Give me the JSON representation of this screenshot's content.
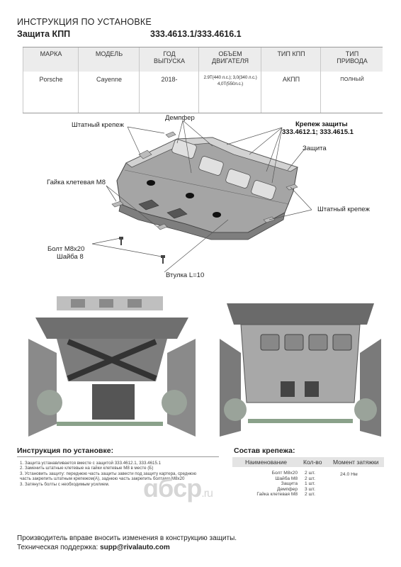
{
  "header": {
    "title": "ИНСТРУКЦИЯ ПО УСТАНОВКЕ",
    "subtitle": "Защита КПП",
    "part_codes": "333.4613.1/333.4616.1"
  },
  "spec_table": {
    "headers": [
      "МАРКА",
      "МОДЕЛЬ",
      "ГОД\nВЫПУСКА",
      "ОБЪЕМ\nДВИГАТЕЛЯ",
      "ТИП КПП",
      "ТИП\nПРИВОДА"
    ],
    "values": [
      "Porsche",
      "Cayenne",
      "2018-",
      "2.9T(440 л.с.); 3,0(340 л.с.)\n4,0T(550л.с.)",
      "АКПП",
      "ПОЛНЫЙ"
    ]
  },
  "diagram": {
    "labels": {
      "shtatny_top": "Штатный крепеж",
      "dempfer": "Демпфер",
      "krepezh_title_1": "Крепеж защиты",
      "krepezh_title_2": "333.4612.1; 333.4615.1",
      "zaschita": "Защита",
      "gaika": "Гайка клетевая М8",
      "shtatny_right": "Штатный крепеж",
      "bolt": "Болт М8х20",
      "shaiba": "Шайба 8",
      "vtulka": "Втулка L=10"
    }
  },
  "instructions": {
    "title": "Инструкция по установке:",
    "items": [
      "1. Защита устанавливается вместе с защитой 333.4612.1, 333.4615.1",
      "2. Заменить штатные клетевые на гайки клетевые М8 в месте (Б)",
      "3. Установить защиту: переднюю часть защиты завести под защиту картера, среднюю",
      "часть закрепить штатным крепежом(А), заднюю часть закрепить болтами М8х20",
      "3. Затянуть болты с необходимым усилием."
    ]
  },
  "consumables": {
    "title": "Состав крепежа:",
    "col_name": "Наименование",
    "col_qty": "Кол-во",
    "col_torque": "Момент затяжки",
    "items": [
      {
        "name": "Болт М8х20",
        "qty": "2 шт."
      },
      {
        "name": "Шайба М8",
        "qty": "2 шт."
      },
      {
        "name": "Защита",
        "qty": "1 шт."
      },
      {
        "name": "Демпфер",
        "qty": "3 шт."
      },
      {
        "name": "Гайка клетевая М8",
        "qty": "2 шт."
      }
    ],
    "torque": "24.0 Нм"
  },
  "watermark": {
    "main": "ɑбcр",
    "suffix": ".ru"
  },
  "footer": {
    "note": "Производитель вправе вносить изменения в конструкцию защиты.",
    "support_label": "Техническая поддержка:",
    "support_email": "supp@rivalauto.com"
  },
  "colors": {
    "plate_fill": "#9a9a9a",
    "plate_stroke": "#444444",
    "leader": "#555555",
    "table_head_bg": "#ececec"
  }
}
